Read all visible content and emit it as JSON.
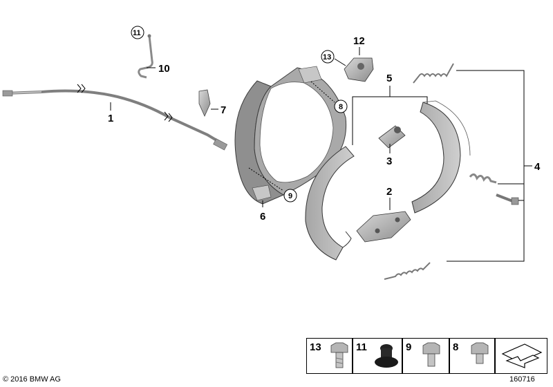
{
  "callouts": {
    "p1": "1",
    "p2": "2",
    "p3": "3",
    "p4": "4",
    "p5": "5",
    "p6": "6",
    "p7": "7",
    "p8": "8",
    "p9": "9",
    "p10": "10",
    "p11": "11",
    "p12": "12",
    "p13": "13"
  },
  "legend": {
    "items": [
      {
        "number": "13",
        "part": "hex-bolt-icon"
      },
      {
        "number": "11",
        "part": "rubber-grommet-icon"
      },
      {
        "number": "9",
        "part": "hex-bolt-icon"
      },
      {
        "number": "8",
        "part": "hex-bolt-icon"
      }
    ],
    "arrow_icon": "orientation-arrow-icon"
  },
  "footer": {
    "copyright": "© 2016 BMW AG",
    "document_number": "160716"
  }
}
